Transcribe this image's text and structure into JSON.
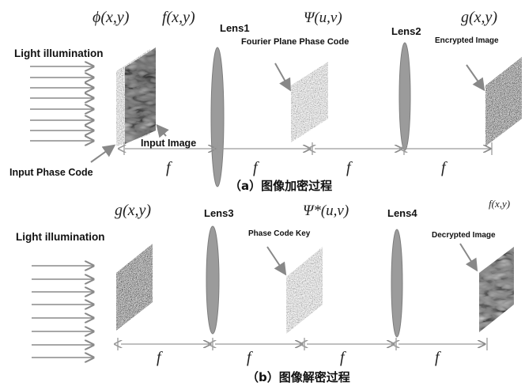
{
  "panel_a": {
    "phi_label": "ϕ(x,y)",
    "f_label": "f(x,y)",
    "lens1": "Lens1",
    "psi_label": "Ψ(u,v)",
    "lens2": "Lens2",
    "g_label": "g(x,y)",
    "fourier_label": "Fourier Plane Phase Code",
    "encrypted_label": "Encrypted Image",
    "light_label": "Light illumination",
    "input_image_label": "Input Image",
    "input_phase_label": "Input Phase Code",
    "distance_labels": [
      "f",
      "f",
      "f",
      "f"
    ],
    "caption": "（a）图像加密过程"
  },
  "panel_b": {
    "g_label": "g(x,y)",
    "lens3": "Lens3",
    "psi_conj_label": "Ψ*(u,v)",
    "lens4": "Lens4",
    "f_label": "f(x,y)",
    "key_label": "Phase Code Key",
    "decrypted_label": "Decrypted Image",
    "light_label": "Light illumination",
    "distance_labels": [
      "f",
      "f",
      "f",
      "f"
    ],
    "caption": "（b）图像解密过程"
  }
}
